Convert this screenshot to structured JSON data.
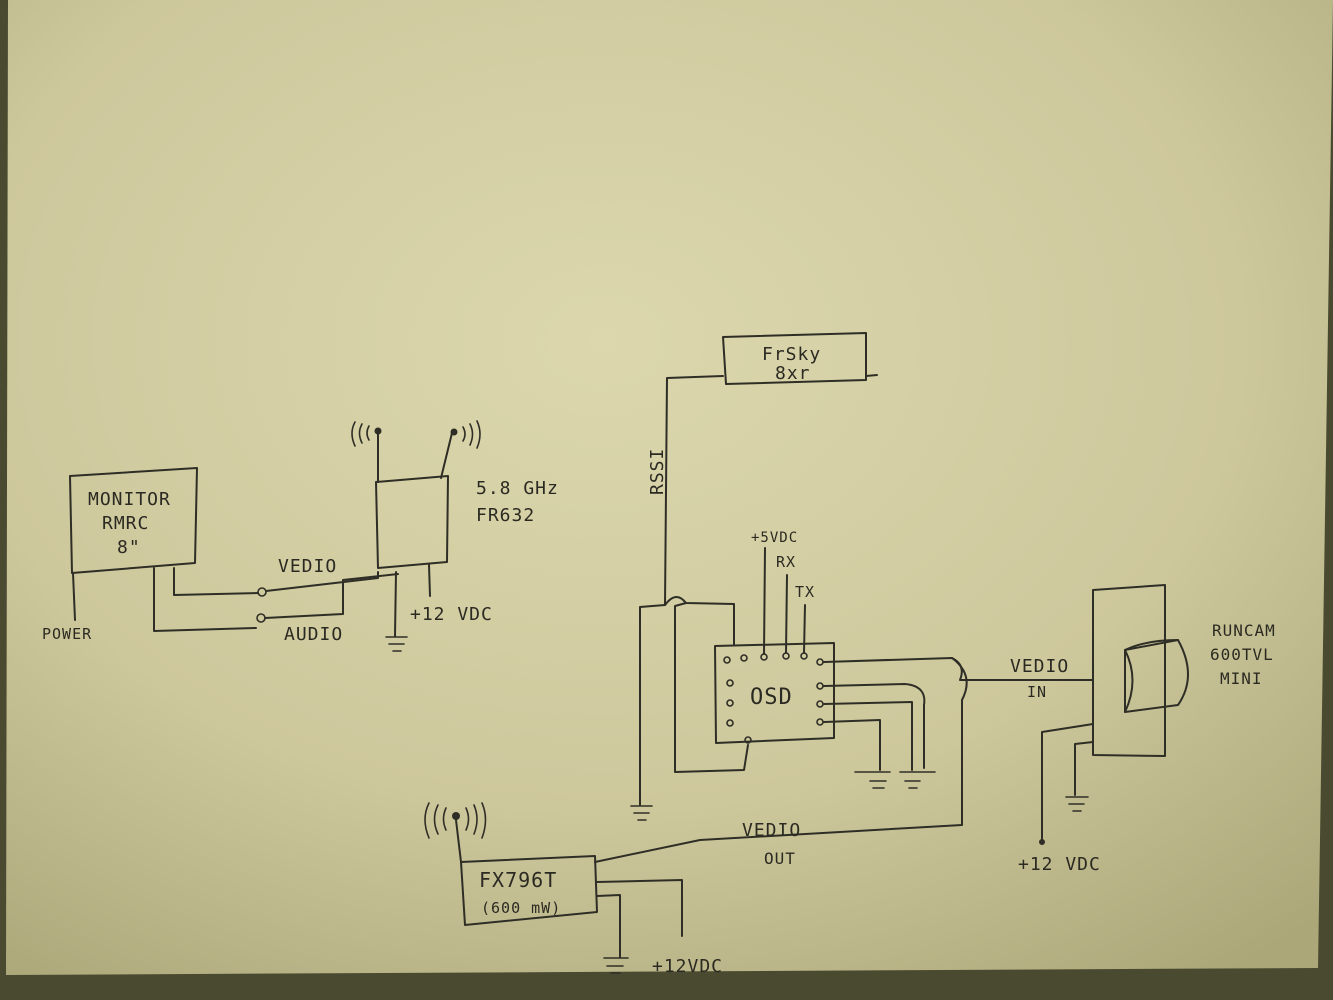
{
  "monitor": {
    "line1": "MONITOR",
    "line2": "RMRC",
    "line3": "8\""
  },
  "power_label": "POWER",
  "rx_video_label": "VEDIO",
  "rx_audio_label": "AUDIO",
  "receiver": {
    "line1": "5.8 GHz",
    "line2": "FR632"
  },
  "rx_supply_label": "+12 VDC",
  "frsky": {
    "line1": "FrSky",
    "line2": "8xr"
  },
  "rssi_label": "RSSI",
  "osd": {
    "title": "OSD",
    "pins": [
      "+5VDC",
      "RX",
      "TX"
    ]
  },
  "cam_video_in": {
    "line1": "VEDIO",
    "line2": "IN"
  },
  "camera": {
    "line1": "RUNCAM",
    "line2": "600TVL",
    "line3": "MINI"
  },
  "cam_supply_label": "+12 VDC",
  "tx_video_out": {
    "line1": "VEDIO",
    "line2": "OUT"
  },
  "transmitter": {
    "line1": "FX796T",
    "line2": "(600 mW)"
  },
  "tx_supply_label": "+12VDC",
  "colors": {
    "paper": "#d4cfa5",
    "ink": "#2f2e26",
    "edge": "#4a4a30"
  }
}
